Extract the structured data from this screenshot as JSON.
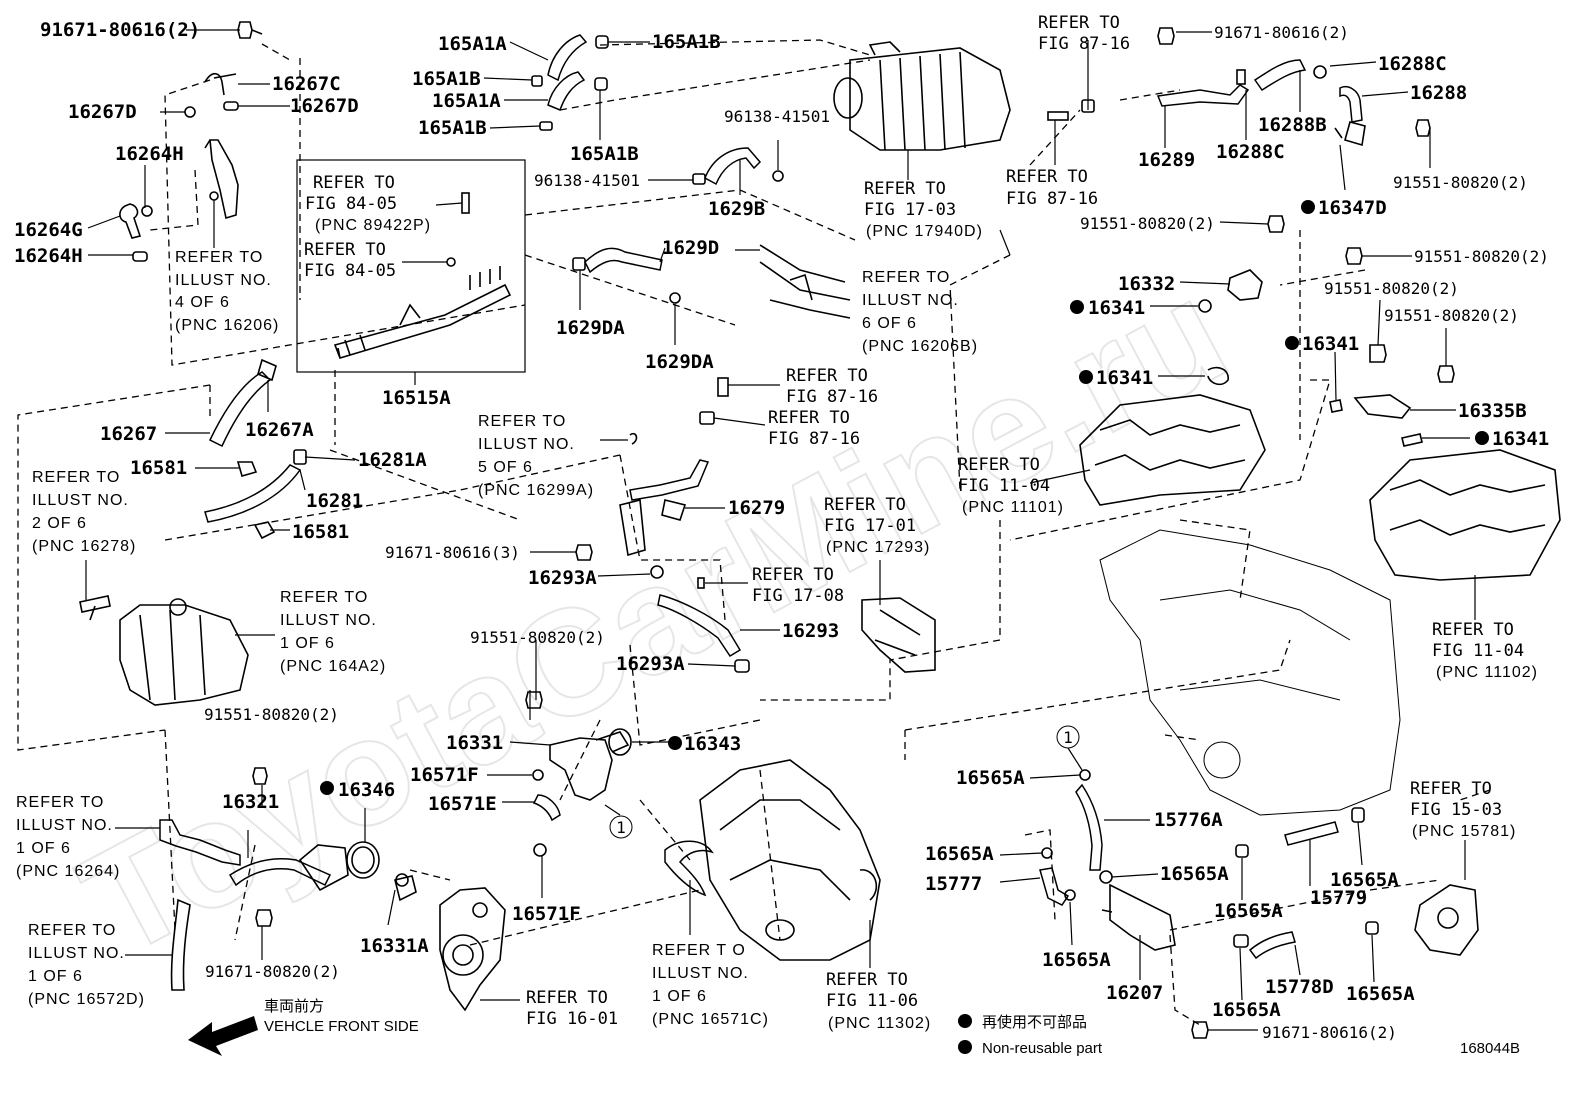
{
  "watermark": "ToyotaCarMine.ru",
  "figure_code": "168044B",
  "legend": {
    "jp": "再使用不可部品",
    "en": "Non-reusable part",
    "front_jp": "車両前方",
    "front_en": "VEHCLE FRONT SIDE"
  },
  "circle_ref": "1",
  "labels": {
    "p91671_80616_2_tl": "91671-80616(2)",
    "p16267C": "16267C",
    "p16267D_l": "16267D",
    "p16267D_r": "16267D",
    "p16264H_t": "16264H",
    "p16264G": "16264G",
    "p16264H_b": "16264H",
    "p165A1A_t": "165A1A",
    "p165A1B_t": "165A1B",
    "p165A1B_l": "165A1B",
    "p165A1A_m": "165A1A",
    "p165A1B_l2": "165A1B",
    "p165A1B_r2": "165A1B",
    "p96138_a": "96138-41501",
    "p96138_b": "96138-41501",
    "p1629B": "1629B",
    "p1629D": "1629D",
    "p1629DA_l": "1629DA",
    "p1629DA_r": "1629DA",
    "p16515A": "16515A",
    "p16267": "16267",
    "p16267A": "16267A",
    "p16581_t": "16581",
    "p16281A": "16281A",
    "p16281": "16281",
    "p16581_b": "16581",
    "p16279": "16279",
    "p91671_80616_3": "91671-80616(3)",
    "p16293A_t": "16293A",
    "p16293": "16293",
    "p16293A_b": "16293A",
    "p91551_80820_2_a": "91551-80820(2)",
    "p91551_80820_2_b": "91551-80820(2)",
    "p16331": "16331",
    "p16343": "16343",
    "p16571F_t": "16571F",
    "p16571E": "16571E",
    "p16571F_b": "16571F",
    "p16321": "16321",
    "p16346": "16346",
    "p16331A": "16331A",
    "p91671_80820_2": "91671-80820(2)",
    "p91671_80616_2_tr": "91671-80616(2)",
    "p16288C_t": "16288C",
    "p16288": "16288",
    "p16288B": "16288B",
    "p16289": "16289",
    "p16288C_b": "16288C",
    "p91551_80820_2_c": "91551-80820(2)",
    "p16347D": "16347D",
    "p91551_80820_2_d": "91551-80820(2)",
    "p91551_80820_2_e": "91551-80820(2)",
    "p16332": "16332",
    "p91551_80820_2_f": "91551-80820(2)",
    "p91551_80820_2_g": "91551-80820(2)",
    "p16341_a": "16341",
    "p16341_b": "16341",
    "p16341_c": "16341",
    "p16335B": "16335B",
    "p16341_d": "16341",
    "p16565A_a": "16565A",
    "p15776A": "15776A",
    "p16565A_b": "16565A",
    "p16565A_c": "16565A",
    "p15777": "15777",
    "p16565A_d": "16565A",
    "p15779": "15779",
    "p16565A_e": "16565A",
    "p16565A_f": "16565A",
    "p16207": "16207",
    "p16565A_g": "16565A",
    "p15778D": "15778D",
    "p16565A_h": "16565A",
    "p91671_80616_2_br": "91671-80616(2)"
  },
  "refs": {
    "r1": [
      "REFER TO",
      "FIG 84-05",
      "(PNC 89422P)"
    ],
    "r2": [
      "REFER TO",
      "FIG 84-05"
    ],
    "r3": [
      "REFER TO",
      "ILLUST NO.",
      "4 OF 6",
      "(PNC 16206)"
    ],
    "r4": [
      "REFER TO",
      "FIG 17-03",
      "(PNC 17940D)"
    ],
    "r5": [
      "REFER TO",
      "FIG 87-16"
    ],
    "r6": [
      "REFER TO",
      "FIG 87-16"
    ],
    "r7": [
      "REFER TO",
      "ILLUST NO.",
      "6 OF 6",
      "(PNC 16206B)"
    ],
    "r8": [
      "REFER TO",
      "FIG 87-16"
    ],
    "r9": [
      "REFER TO",
      "FIG 87-16"
    ],
    "r10": [
      "REFER TO",
      "ILLUST NO.",
      "5 OF 6",
      "(PNC 16299A)"
    ],
    "r11": [
      "REFER TO",
      "ILLUST NO.",
      "2 OF 6",
      "(PNC 16278)"
    ],
    "r12": [
      "REFER TO",
      "FIG 11-04",
      "(PNC 11101)"
    ],
    "r13": [
      "REFER TO",
      "FIG 17-01",
      "(PNC 17293)"
    ],
    "r14": [
      "REFER TO",
      "FIG 17-08"
    ],
    "r15": [
      "REFER TO",
      "ILLUST NO.",
      "1 OF 6",
      "(PNC 164A2)"
    ],
    "r16": [
      "REFER TO",
      "FIG 11-04",
      "(PNC 11102)"
    ],
    "r17": [
      "REFER TO",
      "FIG 15-03",
      "(PNC 15781)"
    ],
    "r18": [
      "REFER TO",
      "ILLUST NO.",
      "1 OF 6",
      "(PNC 16264)"
    ],
    "r19": [
      "REFER TO",
      "ILLUST NO.",
      "1 OF 6",
      "(PNC 16572D)"
    ],
    "r20": [
      "REFER TO",
      "FIG 16-01"
    ],
    "r21": [
      "REFER T O",
      "ILLUST NO.",
      "1 OF 6",
      "(PNC 16571C)"
    ],
    "r22": [
      "REFER TO",
      "FIG 11-06",
      "(PNC 11302)"
    ]
  }
}
